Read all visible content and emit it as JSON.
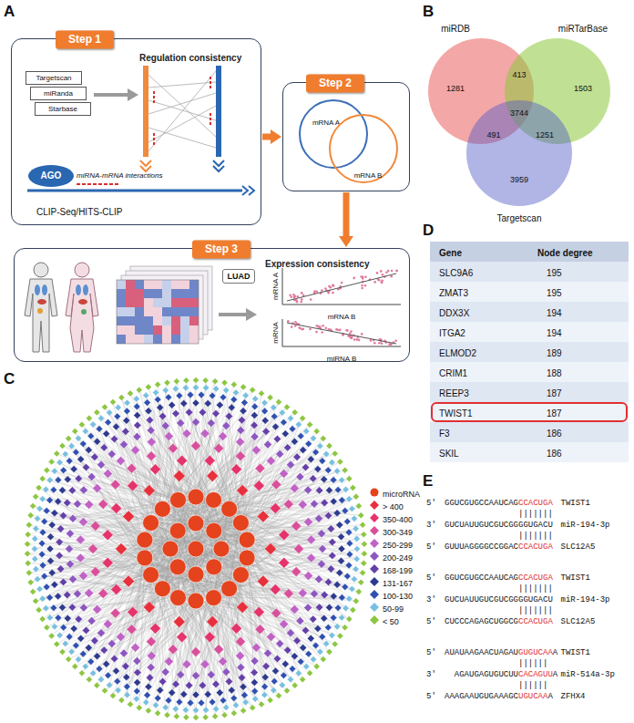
{
  "diagram": {
    "nodes": [
      {
        "text": [
          "Step 1",
          "Regulation consistency"
        ]
      },
      {
        "text": [
          "Targetscan"
        ],
        "in": 0
      },
      {
        "text": [
          "miRanda"
        ],
        "in": 0
      },
      {
        "text": [
          "Starbase"
        ],
        "in": 0
      },
      {
        "text": [
          "AGO"
        ],
        "in": 0
      },
      {
        "text": [
          "Step 2"
        ]
      },
      {
        "text": [
          "mRNA A"
        ],
        "in": 5
      },
      {
        "text": [
          "mRNA B"
        ],
        "in": 5
      },
      {
        "text": [
          "Step 3",
          "Expression consistency"
        ]
      },
      {
        "text": [
          "LUAD"
        ],
        "in": 8
      },
      {
        "text": [
          "miRDB",
          "1281"
        ]
      },
      {
        "text": [
          "miRTarBase",
          "1503"
        ]
      },
      {
        "text": [
          "Targetscan",
          "3959"
        ]
      }
    ],
    "edges": [
      {
        "from": 0,
        "to": 5,
        "arrow": "to"
      },
      {
        "from": 5,
        "to": 8,
        "arrow": "to"
      }
    ],
    "labels": [
      "A",
      "miRNA-mRNA interactions",
      "CLIP-Seq/HITS-CLIP",
      "mRNA A",
      "mRNA B",
      "mRNA",
      "miRNA B",
      "B",
      "413",
      "3744",
      "491",
      "1251",
      "C",
      "D",
      "Gene",
      "Node degree",
      "SLC9A6",
      "195",
      "ZMAT3",
      "195",
      "DDX3X",
      "194",
      "ITGA2",
      "194",
      "ELMOD2",
      "189",
      "CRIM1",
      "188",
      "REEP3",
      "187",
      "TWIST1",
      "187",
      "F3",
      "186",
      "SKIL",
      "186",
      "E",
      "5'",
      "GGUCGUGCCAAUCAG",
      "CCACUGA",
      "TWIST1",
      "|||||||",
      "3'",
      "GUCUAUUGUCGUCGGGGUGACU",
      "miR-194-3p",
      "|||||||",
      "5'",
      "GUUUAGGGGCCGGAC",
      "CCACUGA",
      "SLC12A5",
      "5'",
      "GGUCGUGCCAAUCAG",
      "CCACUGA",
      "TWIST1",
      "|||||||",
      "3'",
      "GUCUAUUGUCGUCGGGGUGACU",
      "miR-194-3p",
      "|||||||",
      "5'",
      "CUCCCAGAGCUGGCG",
      "CCACUGA",
      "SLC12A5",
      "5'",
      "AUAUAAGAACUAGAU",
      "GUGUCAA",
      "A",
      "TWIST1",
      "||||||",
      "3'",
      "AGAUGAGUGUCUU",
      "CACAGUU",
      "A",
      "miR-514a-3p",
      "||||||",
      "5'",
      "AAAGAAUGUGAAAGC",
      "UGUCAA",
      "A",
      "ZFHX4"
    ],
    "legend": [
      {
        "text": "microRNA",
        "color": "#e4431e"
      },
      {
        "text": "> 400",
        "color": "#e8303c"
      },
      {
        "text": "350-400",
        "color": "#e6336b"
      },
      {
        "text": "300-349",
        "color": "#d94f9a"
      },
      {
        "text": "250-299",
        "color": "#c062c6"
      },
      {
        "text": "200-249",
        "color": "#8e57c0"
      },
      {
        "text": "168-199",
        "color": "#6440a8"
      },
      {
        "text": "131-167",
        "color": "#2f3a8f"
      },
      {
        "text": "100-130",
        "color": "#3050b0"
      },
      {
        "text": "50-99",
        "color": "#79bfe0"
      },
      {
        "text": "< 50",
        "color": "#8dc641"
      }
    ]
  }
}
